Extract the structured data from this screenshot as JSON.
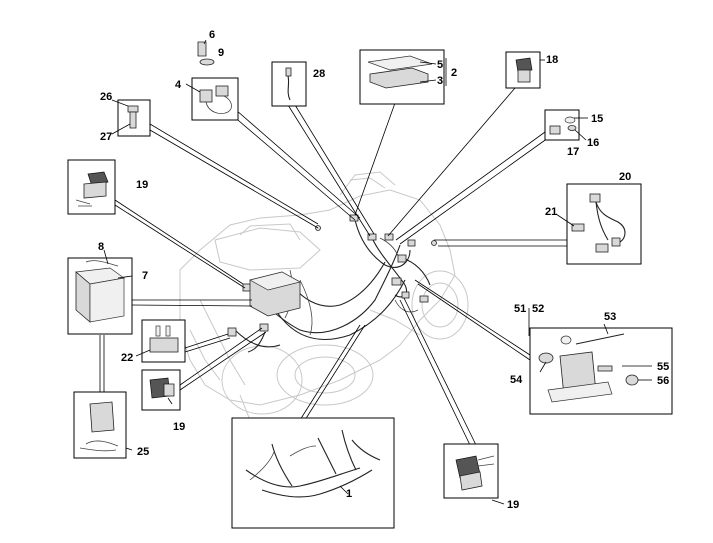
{
  "labels": {
    "l1": "1",
    "l2": "2",
    "l3": "3",
    "l4": "4",
    "l5": "5",
    "l6": "6",
    "l7": "7",
    "l8": "8",
    "l9": "9",
    "l15": "15",
    "l16": "16",
    "l17": "17",
    "l18": "18",
    "l19a": "19",
    "l19b": "19",
    "l19c": "19",
    "l20": "20",
    "l21": "21",
    "l22": "22",
    "l25": "25",
    "l26": "26",
    "l27": "27",
    "l28": "28",
    "l51": "51",
    "l52": "52",
    "l53": "53",
    "l54": "54",
    "l55": "55",
    "l56": "56"
  }
}
